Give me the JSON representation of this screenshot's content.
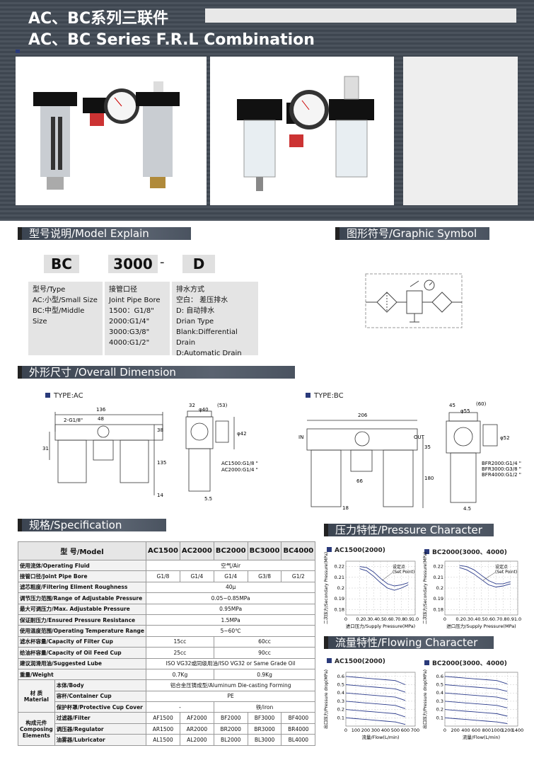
{
  "header": {
    "title_cn": "AC、BC系列三联件",
    "title_en": "AC、BC Series F.R.L Combination"
  },
  "sections": {
    "model": "型号说明/Model Explain",
    "symbol": "图形符号/Graphic Symbol",
    "dimension": "外形尺寸 /Overall Dimension",
    "spec": "规格/Specification",
    "pressure": "压力特性/Pressure Character",
    "flow": "流量特性/Flowing Character"
  },
  "model_codes": {
    "c1": "BC",
    "c2": "3000",
    "dash": "-",
    "c3": "D"
  },
  "explain": {
    "type": [
      "型号/Type",
      "AC:小型/Small Size",
      "BC:中型/Middle Size"
    ],
    "bore": [
      "接管口径",
      "Joint Pipe Bore",
      "1500：G1/8\"",
      "2000:G1/4\"",
      "3000:G3/8\"",
      "4000:G1/2\""
    ],
    "drain": [
      "排水方式",
      "空白：  差压排水",
      "D:       自动排水",
      "Drian Type",
      "Blank:Differential Drain",
      "D:Automatic Drain"
    ]
  },
  "types": {
    "ac": "TYPE:AC",
    "bc": "TYPE:BC"
  },
  "dims": {
    "ac_front": [
      "136",
      "48",
      "2-G1/8\"",
      "38",
      "31",
      "135",
      "14"
    ],
    "ac_side": [
      "32",
      "φ40",
      "(53)",
      "φ42",
      "AC1500:G1/8 \"",
      "AC2000:G1/4 \"",
      "5.5"
    ],
    "bc_front": [
      "206",
      "IN",
      "OUT",
      "35",
      "66",
      "180",
      "18"
    ],
    "bc_side": [
      "45",
      "(60)",
      "φ55",
      "φ52",
      "BFR2000:G1/4 \"",
      "BFR3000:G3/8 \"",
      "BFR4000:G1/2 \"",
      "4.5"
    ]
  },
  "spec": {
    "head": [
      "型 号/Model",
      "AC1500",
      "AC2000",
      "BC2000",
      "BC3000",
      "BC4000"
    ],
    "rows": [
      [
        "使用流体/Operating Fluid",
        "空气/Air"
      ],
      [
        "接管口径/Joint Pipe Bore",
        "G1/8",
        "G1/4",
        "G1/4",
        "G3/8",
        "G1/2"
      ],
      [
        "滤芯粗度/Filtering Eliment Roughness",
        "40μ"
      ],
      [
        "调节压力范围/Range of Adjustable Pressure",
        "0.05~0.85MPa"
      ],
      [
        "最大可调压力/Max. Adjustable Pressure",
        "0.95MPa"
      ],
      [
        "保证耐压力/Ensured Pressure Resistance",
        "1.5MPa"
      ],
      [
        "使用温度范围/Operating Temperature Range",
        "5~60℃"
      ],
      [
        "滤水杯容量/Capacity of Filter Cup",
        "15cc",
        "60cc"
      ],
      [
        "给油杯容量/Capacity of Oil Feed Cup",
        "25cc",
        "90cc"
      ],
      [
        "建议润滑用油/Suggested Lube",
        "ISO VG32或同级用油/ISO VG32 or Same Grade Oil"
      ],
      [
        "重量/Weight",
        "0.7Kg",
        "0.9Kg"
      ]
    ],
    "material": {
      "label": "材 质",
      "label_en": "Material",
      "rows": [
        [
          "本体/Body",
          "铝合金压铸成型/Aluminum Die-casting Forming"
        ],
        [
          "容杯/Container Cup",
          "PE"
        ],
        [
          "保护杯罩/Protective Cup Cover",
          "-",
          "铁/iron"
        ]
      ]
    },
    "elements": {
      "label": "构成元件",
      "label_en": "Composing Elements",
      "rows": [
        [
          "过滤器/Filter",
          "AF1500",
          "AF2000",
          "BF2000",
          "BF3000",
          "BF4000"
        ],
        [
          "调压器/Regulator",
          "AR1500",
          "AR2000",
          "BR2000",
          "BR3000",
          "BR4000"
        ],
        [
          "油雾器/Lubricator",
          "AL1500",
          "AL2000",
          "BL2000",
          "BL3000",
          "BL4000"
        ]
      ]
    }
  },
  "pressure": {
    "c1": "AC1500(2000)",
    "c2": "BC2000(3000、4000)",
    "ylabel": "二次压力/Secondary Pressure(MPa)",
    "xlabel": "进口压力/Supply Pressure(MPa)",
    "set": "设定点",
    "set_en": "(Set Point)"
  },
  "flow": {
    "c1": "AC1500(2000)",
    "c2": "BC2000(3000、4000)",
    "ylabel": "出口压力/Pressure drop(MPa)",
    "xlabel": "流量/Flow(L/min)"
  },
  "chart_data": [
    {
      "type": "line",
      "title": "AC1500(2000)",
      "xlabel": "进口压力/Supply Pressure(MPa)",
      "ylabel": "二次压力/Secondary Pressure(MPa)",
      "x_ticks": [
        "0",
        "0.2",
        "0.3",
        "0.4",
        "0.5",
        "0.6",
        "0.7",
        "0.8",
        "0.9",
        "1.0"
      ],
      "y_ticks": [
        "0.18",
        "0.19",
        "0.2",
        "0.21",
        "0.22"
      ],
      "ylim": [
        0.175,
        0.225
      ],
      "series": [
        {
          "x": [
            0.2,
            0.3,
            0.4,
            0.5,
            0.6,
            0.7,
            0.8,
            0.9
          ],
          "y": [
            0.22,
            0.219,
            0.215,
            0.209,
            0.204,
            0.202,
            0.203,
            0.205
          ]
        },
        {
          "x": [
            0.2,
            0.3,
            0.4,
            0.5,
            0.6,
            0.7,
            0.8,
            0.9
          ],
          "y": [
            0.218,
            0.216,
            0.211,
            0.205,
            0.2,
            0.198,
            0.2,
            0.203
          ]
        }
      ]
    },
    {
      "type": "line",
      "title": "BC2000(3000、4000)",
      "xlabel": "进口压力/Supply Pressure(MPa)",
      "ylabel": "二次压力/Secondary Pressure(MPa)",
      "x_ticks": [
        "0",
        "0.2",
        "0.3",
        "0.4",
        "0.5",
        "0.6",
        "0.7",
        "0.8",
        "0.9",
        "1.0"
      ],
      "y_ticks": [
        "0.18",
        "0.19",
        "0.2",
        "0.21",
        "0.22"
      ],
      "ylim": [
        0.175,
        0.225
      ],
      "series": [
        {
          "x": [
            0.2,
            0.3,
            0.4,
            0.5,
            0.6,
            0.7,
            0.8,
            0.9
          ],
          "y": [
            0.221,
            0.22,
            0.217,
            0.212,
            0.207,
            0.204,
            0.204,
            0.206
          ]
        },
        {
          "x": [
            0.2,
            0.3,
            0.4,
            0.5,
            0.6,
            0.7,
            0.8,
            0.9
          ],
          "y": [
            0.219,
            0.217,
            0.213,
            0.208,
            0.203,
            0.201,
            0.202,
            0.204
          ]
        }
      ]
    },
    {
      "type": "line",
      "title": "AC1500(2000)",
      "xlabel": "流量/Flow(L/min)",
      "ylabel": "出口压力/Pressure drop(MPa)",
      "x_ticks": [
        "0",
        "100",
        "200",
        "300",
        "400",
        "500",
        "600",
        "700"
      ],
      "y_ticks": [
        "0.1",
        "0.2",
        "0.3",
        "0.4",
        "0.5",
        "0.6"
      ],
      "ylim": [
        0,
        0.65
      ],
      "series": [
        {
          "x": [
            0,
            100,
            200,
            300,
            400,
            500,
            600
          ],
          "y": [
            0.6,
            0.59,
            0.58,
            0.57,
            0.56,
            0.55,
            0.5
          ]
        },
        {
          "x": [
            0,
            100,
            200,
            300,
            400,
            500,
            600
          ],
          "y": [
            0.5,
            0.49,
            0.48,
            0.47,
            0.46,
            0.45,
            0.41
          ]
        },
        {
          "x": [
            0,
            100,
            200,
            300,
            400,
            500,
            600
          ],
          "y": [
            0.4,
            0.39,
            0.38,
            0.37,
            0.36,
            0.35,
            0.31
          ]
        },
        {
          "x": [
            0,
            100,
            200,
            300,
            400,
            500,
            600
          ],
          "y": [
            0.3,
            0.29,
            0.28,
            0.27,
            0.26,
            0.25,
            0.21
          ]
        },
        {
          "x": [
            0,
            100,
            200,
            300,
            400,
            500,
            600
          ],
          "y": [
            0.2,
            0.19,
            0.18,
            0.17,
            0.16,
            0.15,
            0.11
          ]
        },
        {
          "x": [
            0,
            100,
            200,
            300,
            400,
            500,
            600
          ],
          "y": [
            0.1,
            0.09,
            0.08,
            0.07,
            0.06,
            0.05,
            0.02
          ]
        }
      ]
    },
    {
      "type": "line",
      "title": "BC2000(3000、4000)",
      "xlabel": "流量/Flow(L/min)",
      "ylabel": "出口压力/Pressure drop(MPa)",
      "x_ticks": [
        "0",
        "200",
        "400",
        "600",
        "800",
        "1000",
        "1200",
        "1400"
      ],
      "y_ticks": [
        "0.1",
        "0.2",
        "0.3",
        "0.4",
        "0.5",
        "0.6"
      ],
      "ylim": [
        0,
        0.65
      ],
      "series": [
        {
          "x": [
            0,
            200,
            400,
            600,
            800,
            1000,
            1200
          ],
          "y": [
            0.6,
            0.59,
            0.58,
            0.57,
            0.56,
            0.55,
            0.51
          ]
        },
        {
          "x": [
            0,
            200,
            400,
            600,
            800,
            1000,
            1200
          ],
          "y": [
            0.5,
            0.49,
            0.48,
            0.47,
            0.46,
            0.45,
            0.42
          ]
        },
        {
          "x": [
            0,
            200,
            400,
            600,
            800,
            1000,
            1200
          ],
          "y": [
            0.4,
            0.39,
            0.38,
            0.37,
            0.36,
            0.35,
            0.32
          ]
        },
        {
          "x": [
            0,
            200,
            400,
            600,
            800,
            1000,
            1200
          ],
          "y": [
            0.3,
            0.29,
            0.28,
            0.27,
            0.26,
            0.25,
            0.22
          ]
        },
        {
          "x": [
            0,
            200,
            400,
            600,
            800,
            1000,
            1200
          ],
          "y": [
            0.2,
            0.19,
            0.18,
            0.17,
            0.16,
            0.15,
            0.12
          ]
        },
        {
          "x": [
            0,
            200,
            400,
            600,
            800,
            1000,
            1200
          ],
          "y": [
            0.1,
            0.09,
            0.08,
            0.07,
            0.06,
            0.05,
            0.03
          ]
        }
      ]
    }
  ]
}
